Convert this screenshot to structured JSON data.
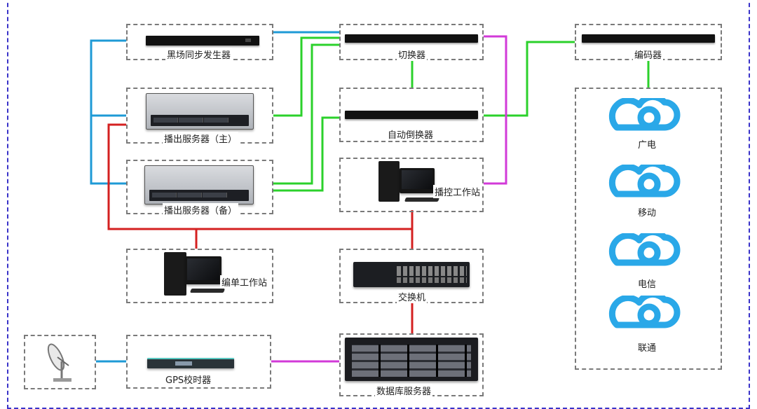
{
  "title_fragment": "",
  "colors": {
    "blue_link": "#1e9ad6",
    "green_link": "#2bd12b",
    "red_link": "#d42020",
    "magenta_link": "#d23ad8",
    "cloud": "#2aa8e8",
    "frame_border": "#3a33c9",
    "box_border": "#7a7a7a"
  },
  "devices": {
    "sync_generator": "黑场同步发生器",
    "switcher": "切换器",
    "encoder": "编码器",
    "playout_server_main": "播出服务器（主）",
    "auto_changeover": "自动倒换器",
    "playout_server_backup": "播出服务器（备）",
    "playout_control_station": "播控工作站",
    "editing_station": "编单工作站",
    "network_switch": "交换机",
    "gps_timer": "GPS校时器",
    "database_server": "数据库服务器"
  },
  "clouds": [
    {
      "label": "广电",
      "icon": "cloud-icon"
    },
    {
      "label": "移动",
      "icon": "cloud-icon"
    },
    {
      "label": "电信",
      "icon": "cloud-icon"
    },
    {
      "label": "联通",
      "icon": "cloud-icon"
    }
  ]
}
